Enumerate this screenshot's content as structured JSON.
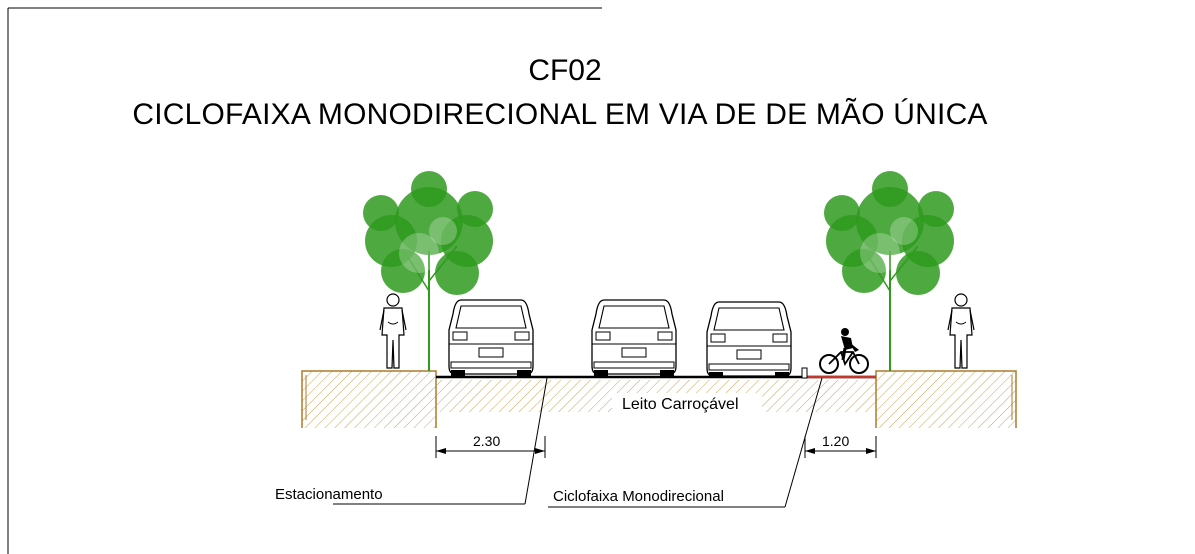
{
  "header": {
    "code": "CF02",
    "title": "CICLOFAIXA MONODIRECIONAL EM VIA DE DE MÃO ÚNICA"
  },
  "section": {
    "roadway_label": "Leito Carroçável",
    "parking_width": "2.30",
    "bike_lane_width": "1.20",
    "parking_label": "Estacionamento",
    "bike_lane_label": "Ciclofaixa Monodirecional"
  },
  "colors": {
    "tree": "#2f9a1e",
    "ground_hatch": "#c9a35a",
    "sidewalk": "#b07a2a",
    "bike_lane": "#c0392b",
    "line": "#000000"
  },
  "icons": [
    "tree-icon",
    "pedestrian-icon",
    "car-rear-icon",
    "cyclist-icon"
  ]
}
